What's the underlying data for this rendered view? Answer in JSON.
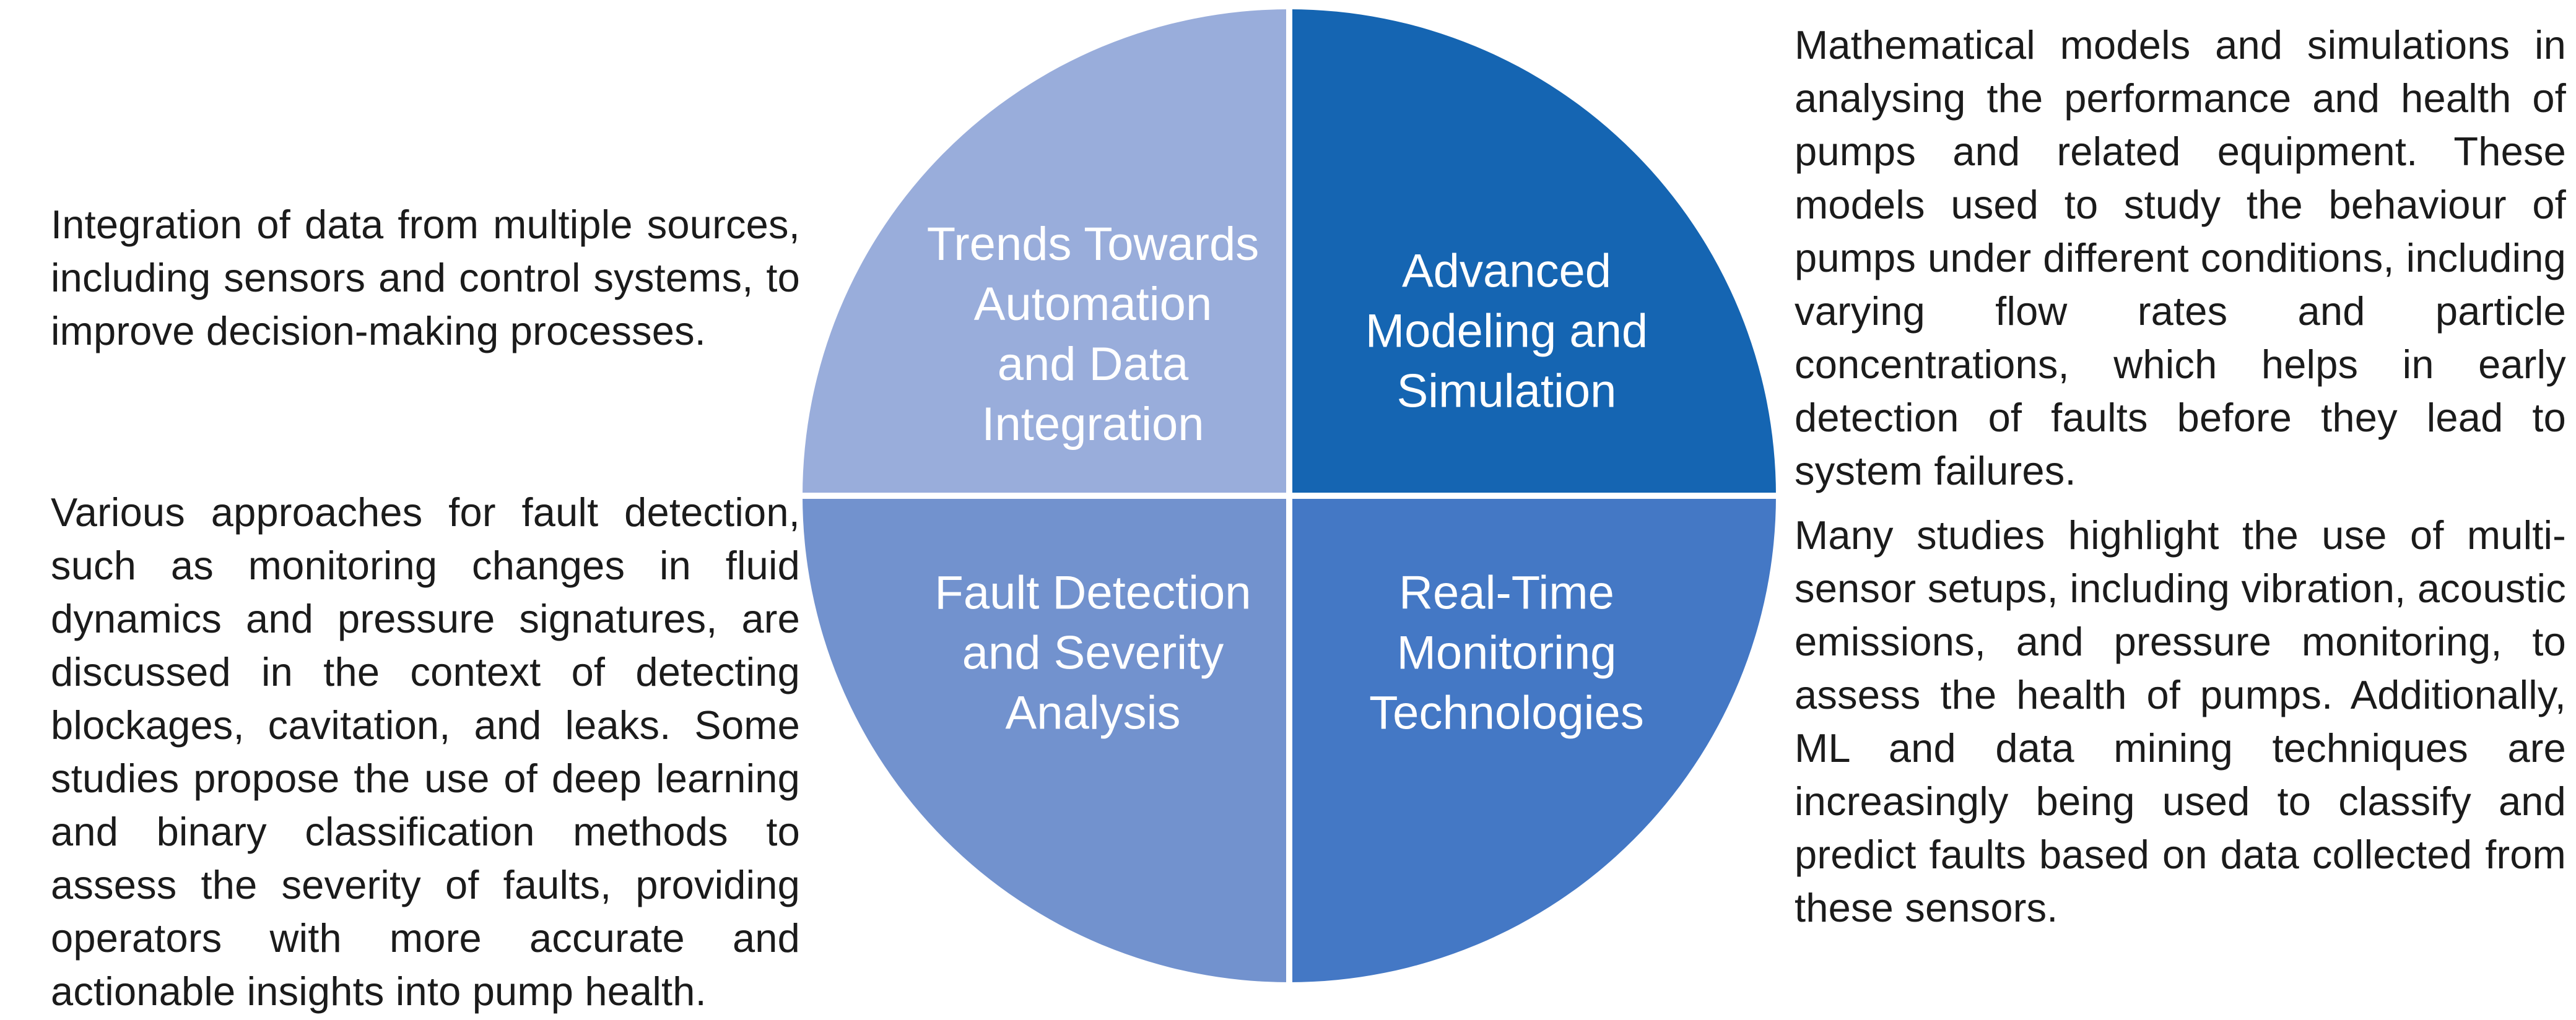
{
  "colors": {
    "background": "#ffffff",
    "body_text": "#1b1b1b",
    "divider": "#ffffff",
    "label_text": "#ffffff"
  },
  "left_column": {
    "paragraphs": [
      {
        "text": "Integration of data from multiple sources, including sensors and control systems, to improve decision-making processes."
      },
      {
        "text": "Various approaches for fault detection, such as monitoring changes in fluid dynamics and pressure signatures, are discussed in the context of detecting blockages, cavitation, and leaks. Some studies propose the use of deep learning and binary classification methods to assess the severity of faults, providing operators with more accurate and actionable insights into pump health."
      }
    ]
  },
  "right_column": {
    "paragraphs": [
      {
        "text": "Mathematical models and simulations in analysing the performance and health of pumps and related equipment. These models used to study the behaviour of pumps under different conditions, including varying flow rates and particle concentrations, which helps in early detection of faults before they lead to system failures."
      },
      {
        "text": "Many studies highlight the use of multi-sensor setups, including vibration, acoustic emissions, and pressure monitoring, to assess the health of pumps. Additionally, ML and data mining techniques are increasingly being used to classify and predict faults based on data collected from these sensors."
      }
    ]
  },
  "circle": {
    "quadrants": [
      {
        "id": "top-left",
        "label": "Trends Towards\nAutomation\nand Data\nIntegration",
        "color": "#99ADDB"
      },
      {
        "id": "top-right",
        "label": "Advanced\nModeling and\nSimulation",
        "color": "#1565B2"
      },
      {
        "id": "bottom-left",
        "label": "Fault Detection\nand Severity\nAnalysis",
        "color": "#7292CE"
      },
      {
        "id": "bottom-right",
        "label": "Real-Time\nMonitoring\nTechnologies",
        "color": "#4478C5"
      }
    ]
  }
}
